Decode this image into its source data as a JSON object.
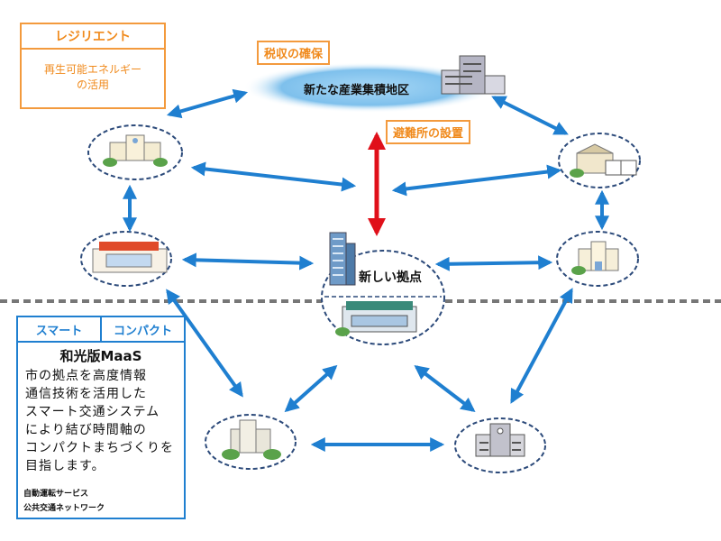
{
  "resilient": {
    "title": "レジリエント",
    "body_line1": "再生可能エネルギー",
    "body_line2": "の活用"
  },
  "labels": {
    "tax": "税収の確保",
    "shelter": "避難所の設置",
    "industrial_zone": "新たな産業集積地区",
    "new_hub": "新しい拠点"
  },
  "legend": {
    "tab_smart": "スマート",
    "tab_compact": "コンパクト",
    "heading": "和光版MaaS",
    "text_lines": [
      "市の拠点を高度情報",
      "通信技術を活用した",
      "スマート交通システム",
      "により結び時間軸の",
      "コンパクトまちづくりを",
      "目指します。"
    ],
    "auto_driving": "自動運転サービス",
    "public_transport": "公共交通ネットワーク"
  },
  "colors": {
    "orange": "#f39a3d",
    "blue_arrow": "#1f7fd0",
    "red_arrow": "#e0101a",
    "ellipse_stroke": "#2c4a7a",
    "zone_fill": "#7ec0ec"
  }
}
